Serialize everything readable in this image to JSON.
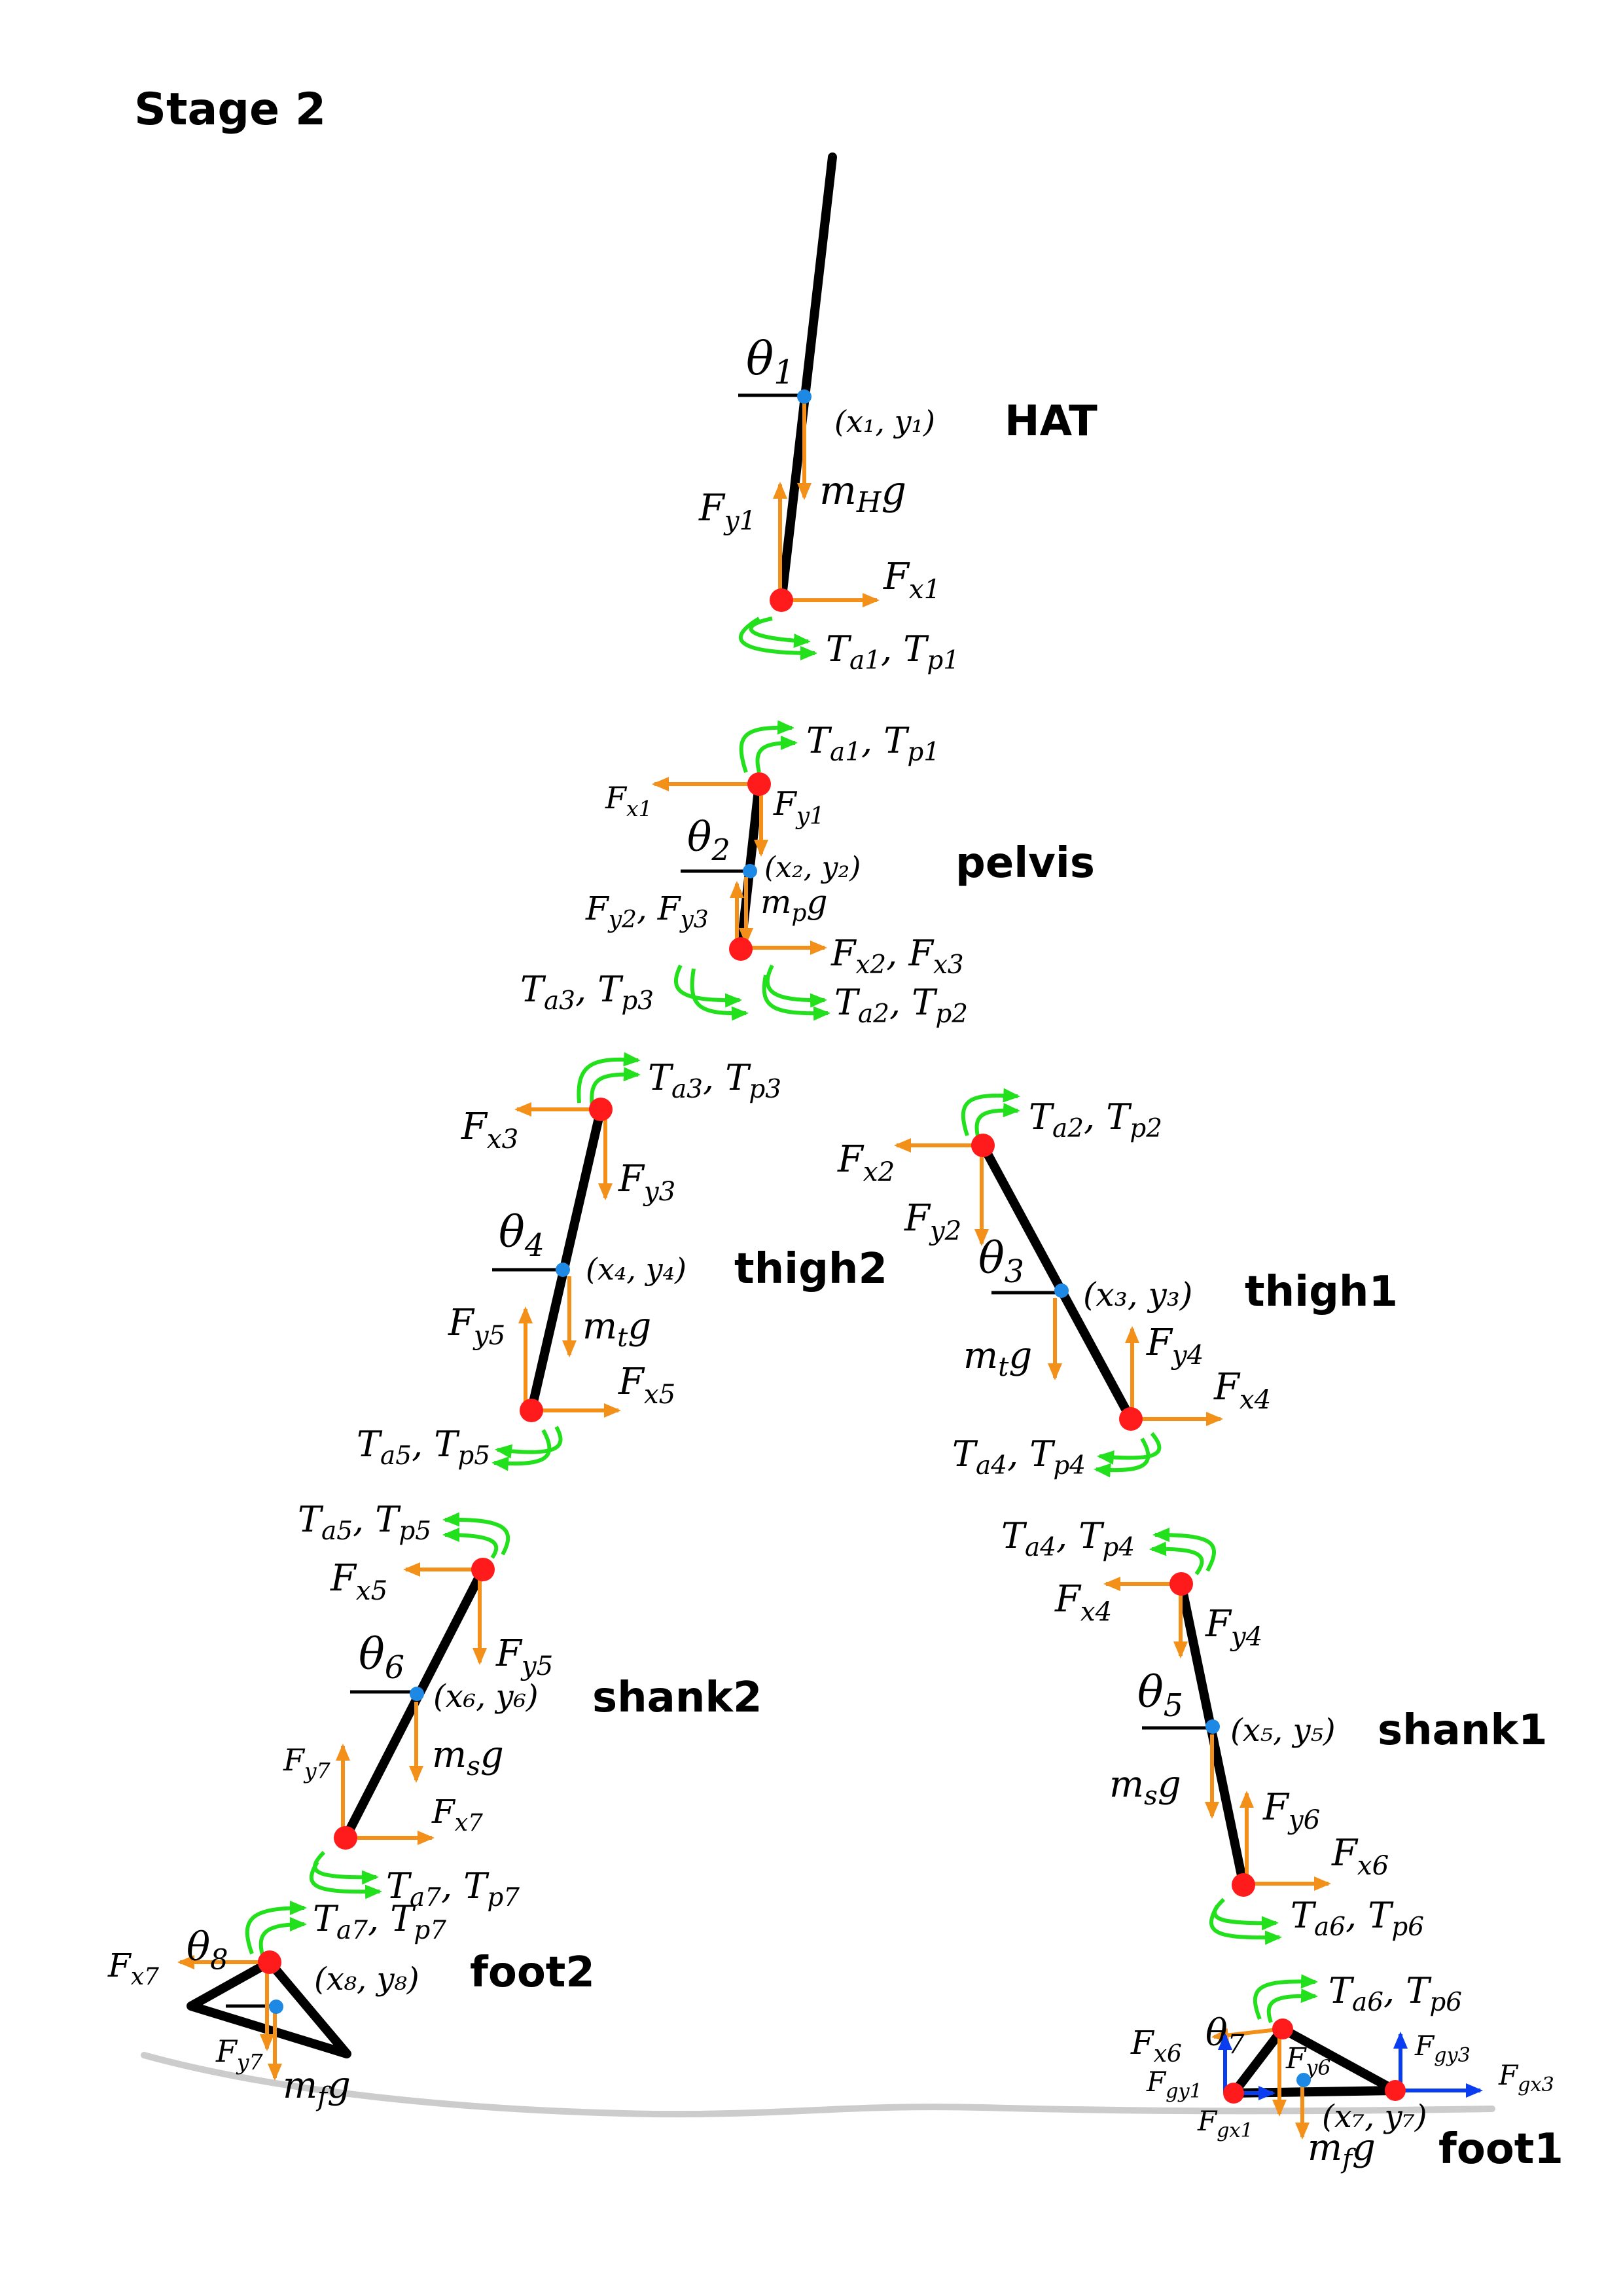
{
  "title": "Stage 2",
  "colors": {
    "segment": "#000000",
    "joint": "#ff1b1b",
    "com": "#1e88e5",
    "force": "#f39019",
    "ground_force": "#0a3cf0",
    "torque": "#22e01c",
    "ground": "#cccccc"
  },
  "segments": {
    "hat": "HAT",
    "pelvis": "pelvis",
    "thigh2": "thigh2",
    "thigh1": "thigh1",
    "shank2": "shank2",
    "shank1": "shank1",
    "foot2": "foot2",
    "foot1": "foot1"
  },
  "angles": {
    "t1": {
      "base": "θ",
      "sub": "1"
    },
    "t2": {
      "base": "θ",
      "sub": "2"
    },
    "t3": {
      "base": "θ",
      "sub": "3"
    },
    "t4": {
      "base": "θ",
      "sub": "4"
    },
    "t5": {
      "base": "θ",
      "sub": "5"
    },
    "t6": {
      "base": "θ",
      "sub": "6"
    },
    "t7": {
      "base": "θ",
      "sub": "7"
    },
    "t8": {
      "base": "θ",
      "sub": "8"
    }
  },
  "com_coords": {
    "c1": "(x₁, y₁)",
    "c2": "(x₂, y₂)",
    "c3": "(x₃, y₃)",
    "c4": "(x₄, y₄)",
    "c5": "(x₅, y₅)",
    "c6": "(x₆, y₆)",
    "c7": "(x₇, y₇)",
    "c8": "(x₈, y₈)"
  },
  "weights": {
    "hat": {
      "base": "m",
      "sub": "H",
      "tail": "g"
    },
    "pelvis": {
      "base": "m",
      "sub": "p",
      "tail": "g"
    },
    "thigh": {
      "base": "m",
      "sub": "t",
      "tail": "g"
    },
    "shank": {
      "base": "m",
      "sub": "s",
      "tail": "g"
    },
    "foot": {
      "base": "m",
      "sub": "f",
      "tail": "g"
    }
  },
  "forces": {
    "fx1": {
      "base": "F",
      "sub": "x1"
    },
    "fy1": {
      "base": "F",
      "sub": "y1"
    },
    "fx2": {
      "base": "F",
      "sub": "x2"
    },
    "fy2": {
      "base": "F",
      "sub": "y2"
    },
    "fx3": {
      "base": "F",
      "sub": "x3"
    },
    "fy3": {
      "base": "F",
      "sub": "y3"
    },
    "fx4": {
      "base": "F",
      "sub": "x4"
    },
    "fy4": {
      "base": "F",
      "sub": "y4"
    },
    "fx5": {
      "base": "F",
      "sub": "x5"
    },
    "fy5": {
      "base": "F",
      "sub": "y5"
    },
    "fx6": {
      "base": "F",
      "sub": "x6"
    },
    "fy6": {
      "base": "F",
      "sub": "y6"
    },
    "fx7": {
      "base": "F",
      "sub": "x7"
    },
    "fy7": {
      "base": "F",
      "sub": "y7"
    },
    "fy2fy3": {
      "a": "F",
      "as": "y2",
      "b": "F",
      "bs": "y3"
    },
    "fx2fx3": {
      "a": "F",
      "as": "x2",
      "b": "F",
      "bs": "x3"
    },
    "fgx1": {
      "base": "F",
      "sub": "gx1"
    },
    "fgy1": {
      "base": "F",
      "sub": "gy1"
    },
    "fgx3": {
      "base": "F",
      "sub": "gx3"
    },
    "fgy3": {
      "base": "F",
      "sub": "gy3"
    }
  },
  "torques": {
    "t1": {
      "a": "T",
      "as": "a1",
      "b": "T",
      "bs": "p1"
    },
    "t2": {
      "a": "T",
      "as": "a2",
      "b": "T",
      "bs": "p2"
    },
    "t3": {
      "a": "T",
      "as": "a3",
      "b": "T",
      "bs": "p3"
    },
    "t4": {
      "a": "T",
      "as": "a4",
      "b": "T",
      "bs": "p4"
    },
    "t5": {
      "a": "T",
      "as": "a5",
      "b": "T",
      "bs": "p5"
    },
    "t6": {
      "a": "T",
      "as": "a6",
      "b": "T",
      "bs": "p6"
    },
    "t7": {
      "a": "T",
      "as": "a7",
      "b": "T",
      "bs": "p7"
    }
  }
}
